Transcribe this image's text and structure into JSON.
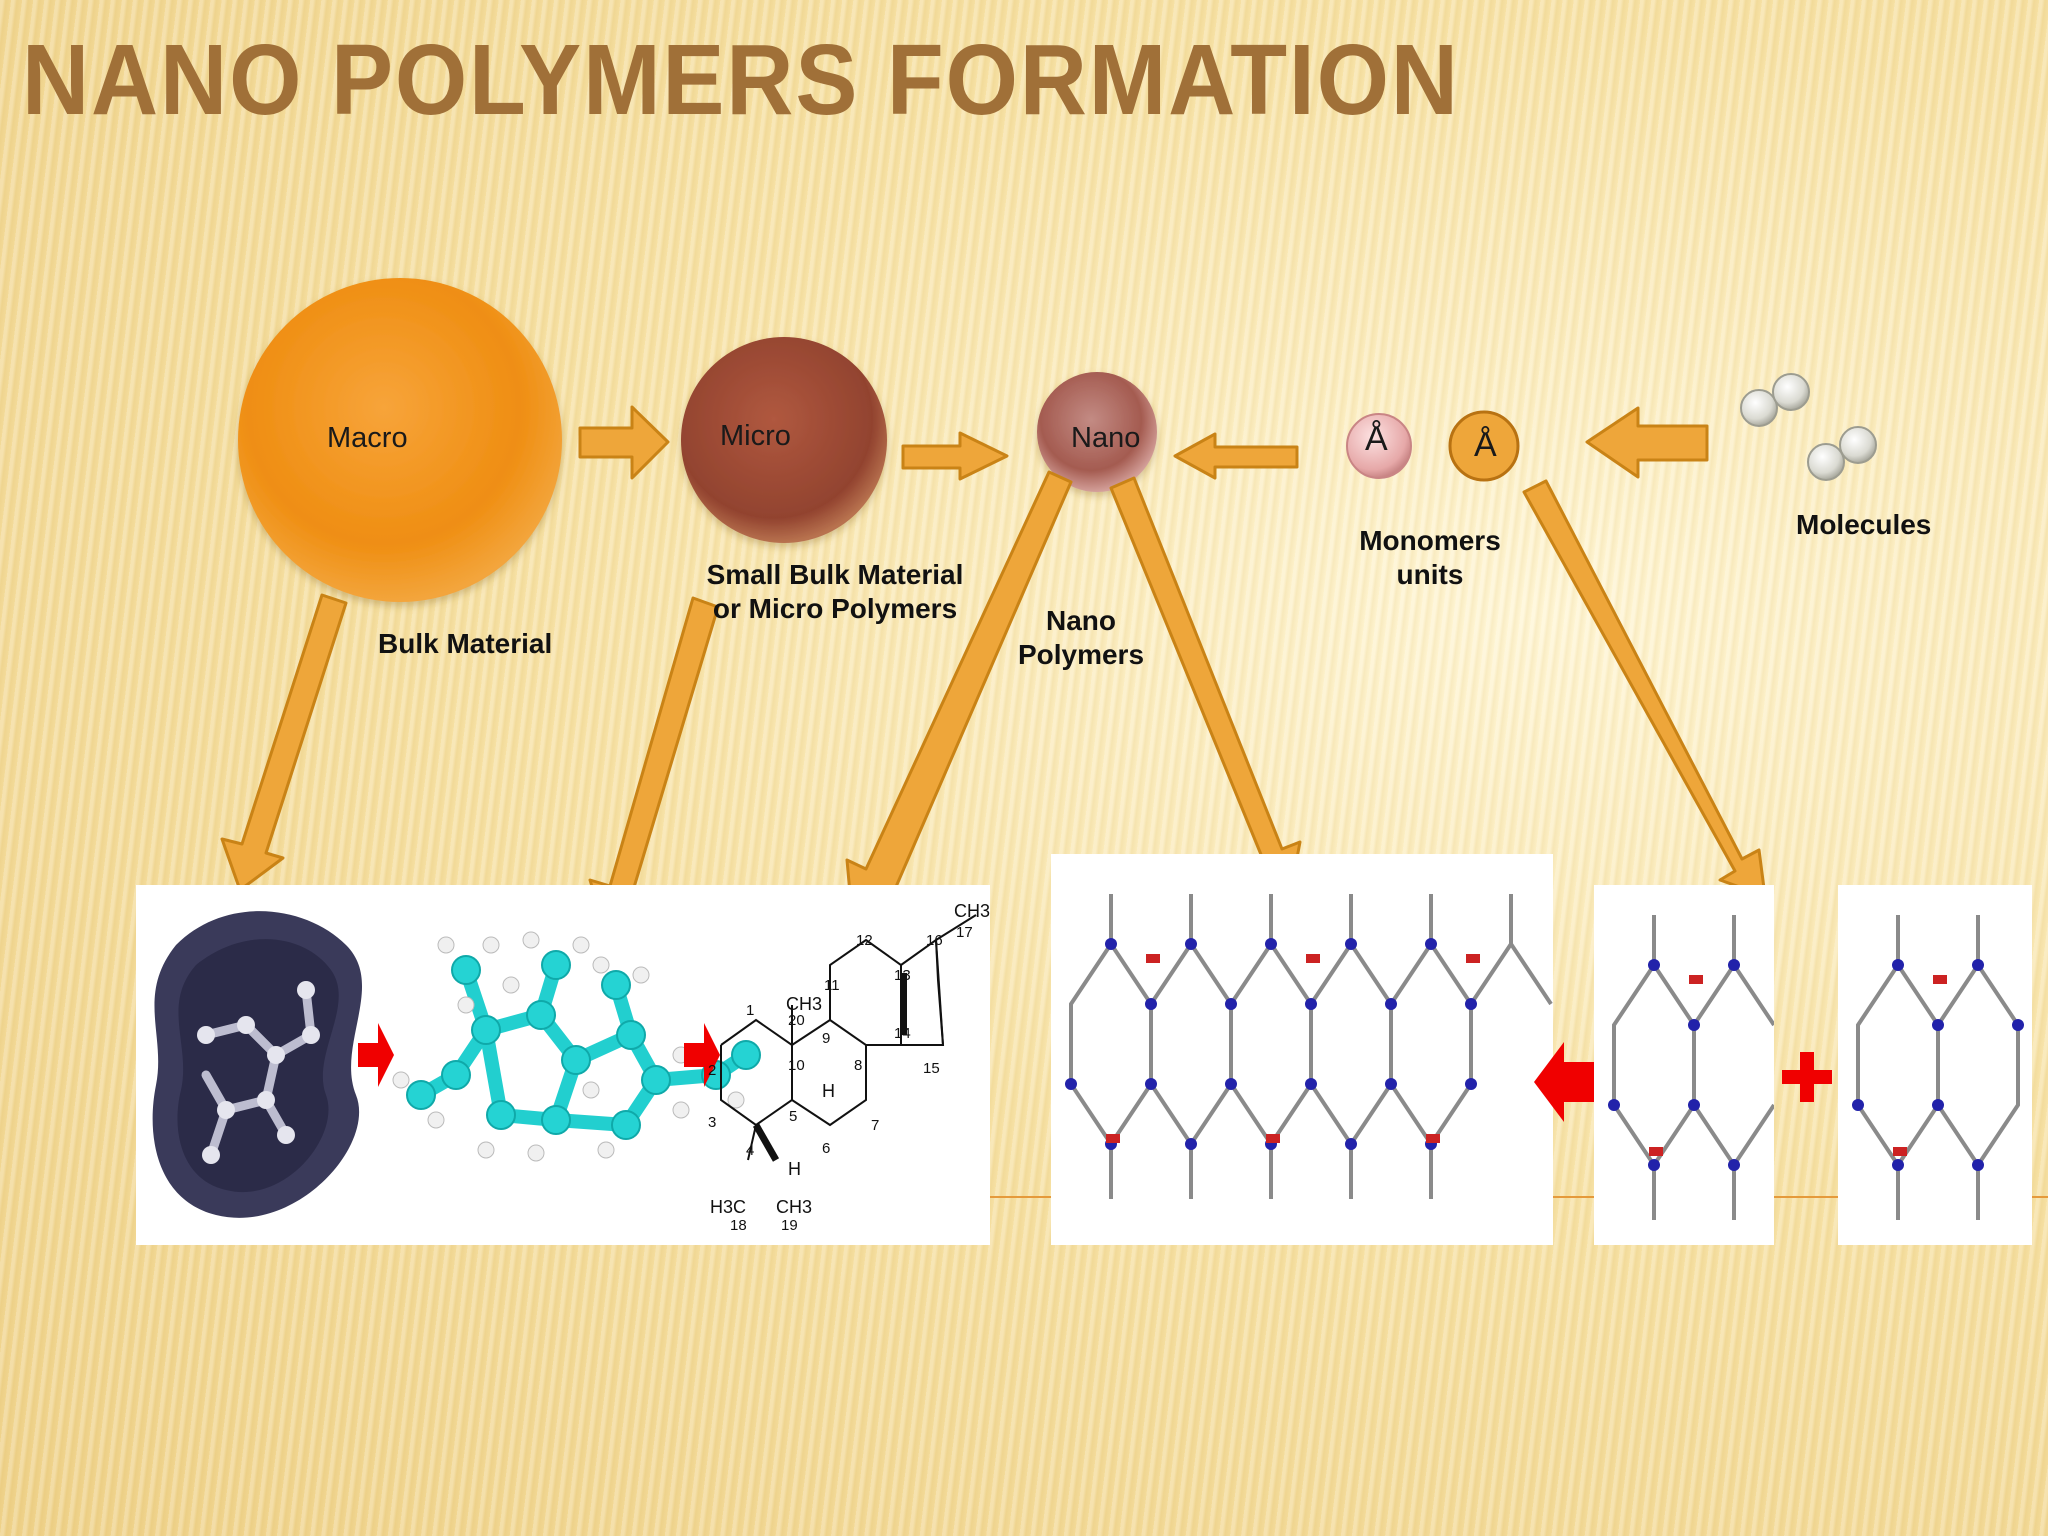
{
  "title": "NANO POLYMERS FORMATION",
  "circles": {
    "macro": "Macro",
    "micro": "Micro",
    "nano": "Nano",
    "monomer_a": "Å",
    "monomer_b": "Å"
  },
  "labels": {
    "bulk_material": "Bulk Material",
    "small_bulk_line1": "Small Bulk Material",
    "small_bulk_line2": "or Micro Polymers",
    "nano_polymers_line1": "Nano",
    "nano_polymers_line2": "Polymers",
    "monomers_line1": "Monomers",
    "monomers_line2": "units",
    "molecules": "Molecules"
  },
  "structure_numbers": [
    "1",
    "2",
    "3",
    "4",
    "5",
    "6",
    "7",
    "8",
    "9",
    "10",
    "11",
    "12",
    "13",
    "14",
    "15",
    "16",
    "17",
    "18",
    "19",
    "20"
  ],
  "structure_groups": {
    "ch3_top": "CH3",
    "ch3_mid": "CH3",
    "h_9": "H",
    "h_5": "H",
    "h3c_left": "H3C",
    "ch3_bottom": "CH3"
  },
  "colors": {
    "title": "#a07038",
    "arrow_fill": "#eea63a",
    "arrow_stroke": "#c98316",
    "macro": "#f08f0e",
    "micro": "#9b4a3a",
    "nano": "#a85f55",
    "red_arrow": "#f00000"
  }
}
